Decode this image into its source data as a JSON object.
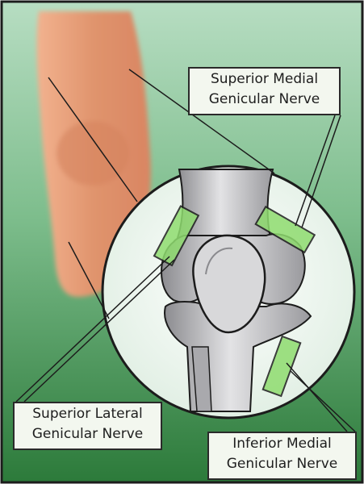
{
  "labels": {
    "superior_medial": {
      "line1": "Superior Medial",
      "line2": "Genicular Nerve"
    },
    "superior_lateral": {
      "line1": "Superior Lateral",
      "line2": "Genicular Nerve"
    },
    "inferior_medial": {
      "line1": "Inferior Medial",
      "line2": "Genicular Nerve"
    }
  },
  "colors": {
    "background_top": "#a9d6b8",
    "background_bottom": "#2f7f3d",
    "skin": "#e49a74",
    "nerve_highlight": "#8fdc6f",
    "bone": "#c9c9cb",
    "outline": "#1c1c1c"
  }
}
